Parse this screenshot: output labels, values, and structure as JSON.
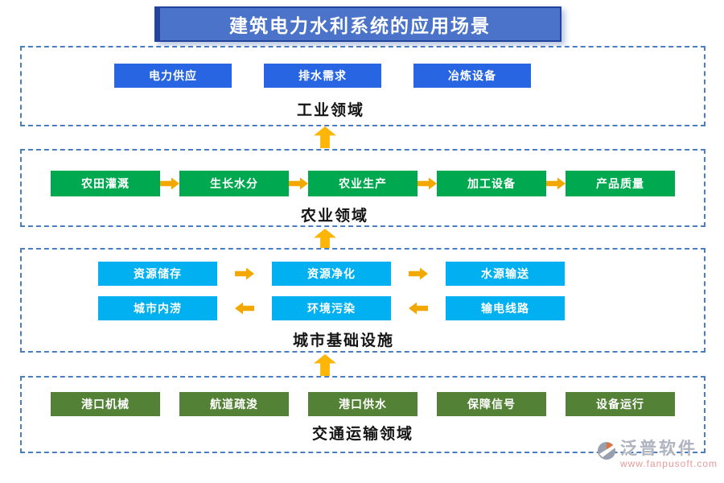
{
  "title": "建筑电力水利系统的应用场景",
  "colors": {
    "title_bg": "#4a73c9",
    "title_border": "#24439b",
    "section_border_dashed": "#4a7ec2",
    "industry_node": "#2765e3",
    "agriculture_node": "#00a94f",
    "city_node": "#00b0f0",
    "transport_node": "#538135",
    "arrow": "#f2a800",
    "up_arrow": "#fdb606"
  },
  "sections": [
    {
      "label": "工业领域",
      "buttons": [
        "电力供应",
        "排水需求",
        "冶炼设备"
      ]
    },
    {
      "label": "农业领域",
      "buttons": [
        "农田灌溉",
        "生长水分",
        "农业生产",
        "加工设备",
        "产品质量"
      ],
      "flow": "left-to-right"
    },
    {
      "label": "城市基础设施",
      "rows": [
        [
          "资源储存",
          "资源净化",
          "水源输送"
        ],
        [
          "城市内涝",
          "环境污染",
          "输电线路"
        ]
      ],
      "row_flows": [
        "left-to-right",
        "right-to-left"
      ]
    },
    {
      "label": "交通运输领域",
      "buttons": [
        "港口机械",
        "航道疏浚",
        "港口供水",
        "保障信号",
        "设备运行"
      ]
    }
  ],
  "watermark": {
    "brand": "泛普软件",
    "url": "www.fanpusoft.com"
  }
}
